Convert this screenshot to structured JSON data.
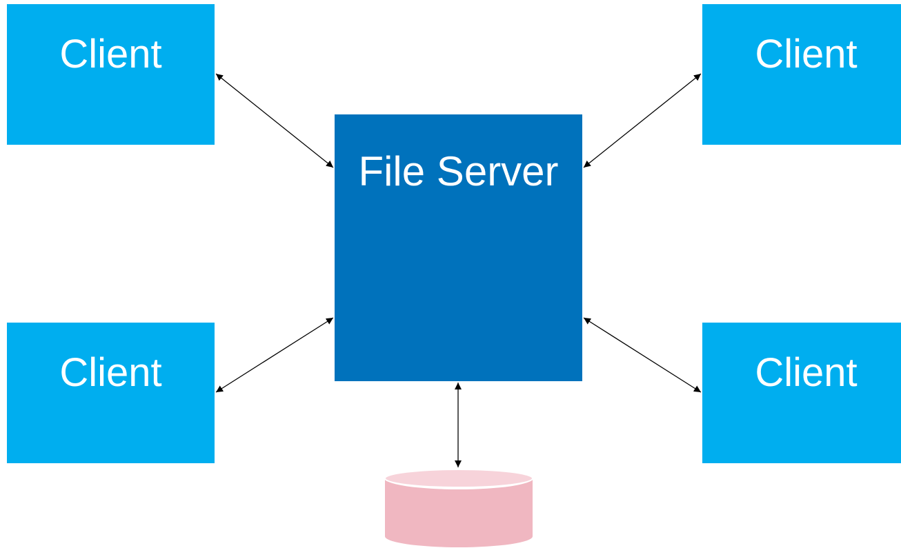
{
  "colors": {
    "client_fill": "#00AEEF",
    "server_fill": "#0072BC",
    "storage_body": "#F0B7C1",
    "storage_top": "#F7D3DA",
    "arrow": "#000000",
    "label_text": "#FFFFFF"
  },
  "diagram": {
    "server": {
      "label": "File Server"
    },
    "clients": [
      {
        "label": "Client"
      },
      {
        "label": "Client"
      },
      {
        "label": "Client"
      },
      {
        "label": "Client"
      }
    ],
    "storage": {
      "icon": "database-cylinder-icon"
    },
    "connections": [
      {
        "from": "client-top-left",
        "to": "file-server",
        "direction": "bidirectional"
      },
      {
        "from": "client-top-right",
        "to": "file-server",
        "direction": "bidirectional"
      },
      {
        "from": "client-bottom-left",
        "to": "file-server",
        "direction": "bidirectional"
      },
      {
        "from": "client-bottom-right",
        "to": "file-server",
        "direction": "bidirectional"
      },
      {
        "from": "file-server",
        "to": "storage",
        "direction": "bidirectional"
      }
    ]
  }
}
